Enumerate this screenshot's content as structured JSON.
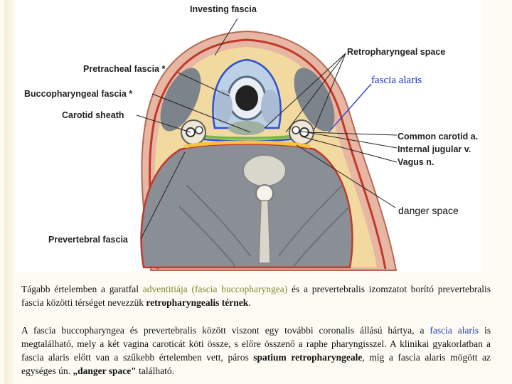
{
  "labels": {
    "investing": "Investing fascia",
    "retropharyngeal": "Retropharyngeal space",
    "fascia_alaris": "fascia alaris",
    "pretracheal": "Pretracheal fascia *",
    "buccopharyngeal": "Buccopharyngeal fascia *",
    "carotid_sheath": "Carotid sheath",
    "common_carotid": "Common carotid a.",
    "internal_jugular": "Internal jugular v.",
    "vagus": "Vagus n.",
    "danger_space": "danger space",
    "prevertebral": "Prevertebral fascia"
  },
  "paragraph1": {
    "p1": "Tágabb értelemben a garatfal ",
    "p2": "adventitiája (fascia buccopharyngea)",
    "p3": " és a prevertebralis izomzatot borító prevertebralis fascia közötti térséget nevezzük ",
    "p4": "retropharyngealis térnek",
    "p5": "."
  },
  "paragraph2": {
    "p1": "A fascia buccopharyngea és prevertebralis között viszont egy további coronalis állású hártya, a ",
    "p2": "fascia alaris",
    "p3": " is megtalálható, mely a két vagina caroticát köti össze, s előre összenő a raphe pharyngisszel. A klinikai gyakorlatban a fascia alaris előtt van a szűkebb értelemben vett, páros ",
    "p4": "spatium retropharyngeale",
    "p5": ", míg a fascia alaris mögött az egységes ún. ",
    "p6": "„danger space\"",
    "p7": " található."
  },
  "colors": {
    "fascia_red": "#c0392b",
    "fascia_blue": "#2c4fd0",
    "fascia_alaris_green": "#7ab84a",
    "muscle": "#8a8f96",
    "fat": "#f2d9a0"
  }
}
